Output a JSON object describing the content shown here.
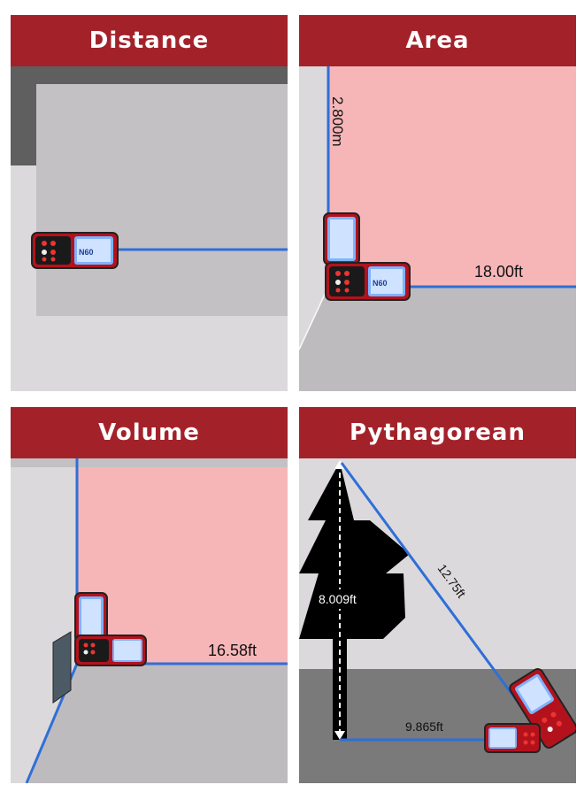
{
  "panels": {
    "distance": {
      "title": "Distance"
    },
    "area": {
      "title": "Area",
      "height_label": "2.800m",
      "width_label": "18.00ft"
    },
    "volume": {
      "title": "Volume",
      "width_label": "16.58ft"
    },
    "pythagorean": {
      "title": "Pythagorean",
      "height_label": "8.009ft",
      "hypotenuse_label": "12.75ft",
      "base_label": "9.865ft"
    }
  },
  "device": {
    "model_label": "N60"
  },
  "colors": {
    "header_red": "#a3222a",
    "laser_blue": "#2f6fd8",
    "area_pink": "#f6b6b8",
    "device_red": "#b3121c"
  }
}
